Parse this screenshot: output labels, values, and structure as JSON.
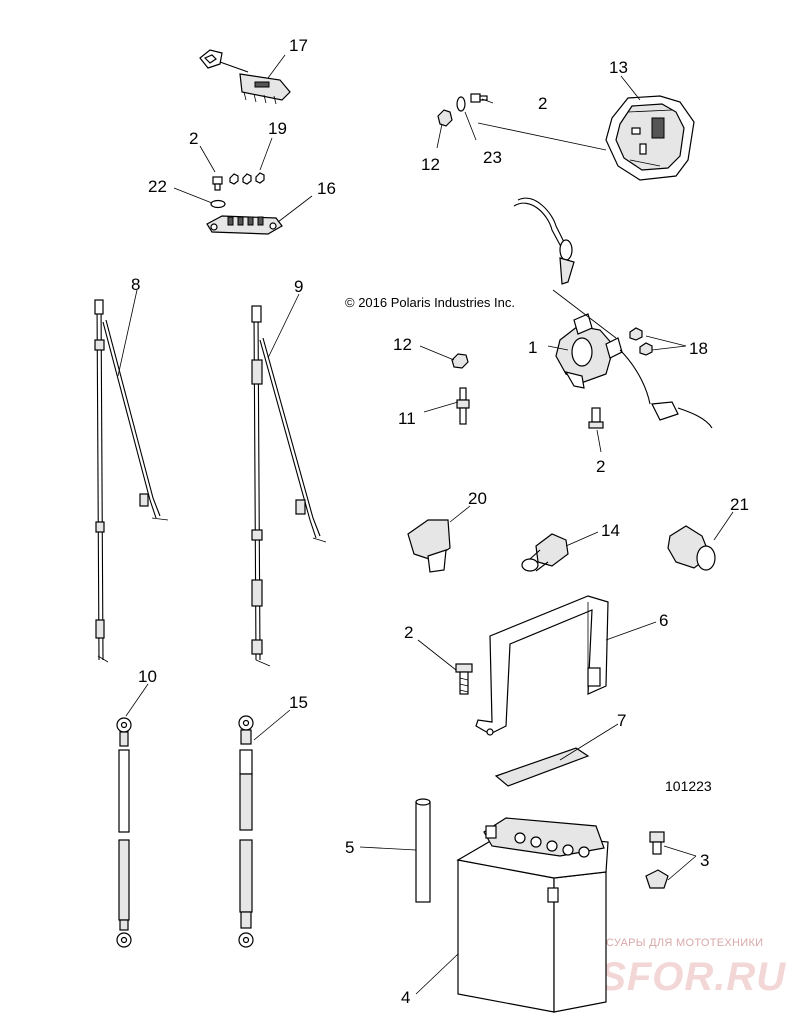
{
  "diagram": {
    "copyright": "© 2016 Polaris Industries Inc.",
    "figure_number": "101223",
    "callouts": {
      "c1": "1",
      "c2a": "2",
      "c2b": "2",
      "c2c": "2",
      "c2d": "2",
      "c3": "3",
      "c4": "4",
      "c5": "5",
      "c6": "6",
      "c7": "7",
      "c8": "8",
      "c9": "9",
      "c10": "10",
      "c11": "11",
      "c12a": "12",
      "c12b": "12",
      "c13": "13",
      "c14": "14",
      "c15": "15",
      "c16": "16",
      "c17": "17",
      "c18": "18",
      "c19": "19",
      "c20": "20",
      "c21": "21",
      "c22": "22",
      "c23": "23"
    }
  },
  "watermark": {
    "tagline": "ЗАПЧАСТИ И АКСЕССУАРЫ ДЛЯ МОТОТЕХНИКИ",
    "brand": "PARTSFOR.RU"
  }
}
